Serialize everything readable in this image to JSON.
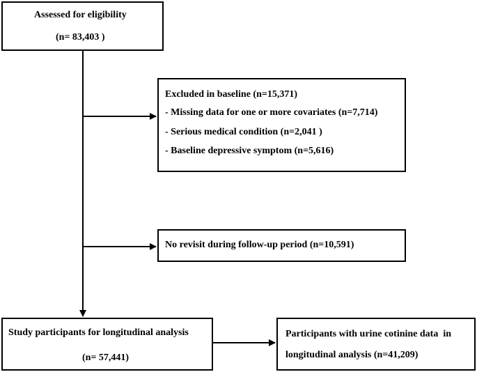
{
  "flowchart": {
    "assessed": {
      "title": "Assessed for eligibility",
      "count": "(n= 83,403 )"
    },
    "excluded_baseline": {
      "title": "Excluded in baseline (n=15,371)",
      "items": [
        "- Missing data for one or more covariates (n=7,714)",
        "- Serious medical condition (n=2,041 )",
        "- Baseline depressive symptom (n=5,616)"
      ]
    },
    "no_revisit": {
      "title": "No revisit during follow-up period (n=10,591)"
    },
    "study_participants": {
      "title": "Study participants for longitudinal analysis",
      "count": "(n= 57,441)"
    },
    "cotinine_participants": {
      "line1": "Participants with urine cotinine data  in",
      "line2": "longitudinal analysis (n=41,209)"
    }
  }
}
